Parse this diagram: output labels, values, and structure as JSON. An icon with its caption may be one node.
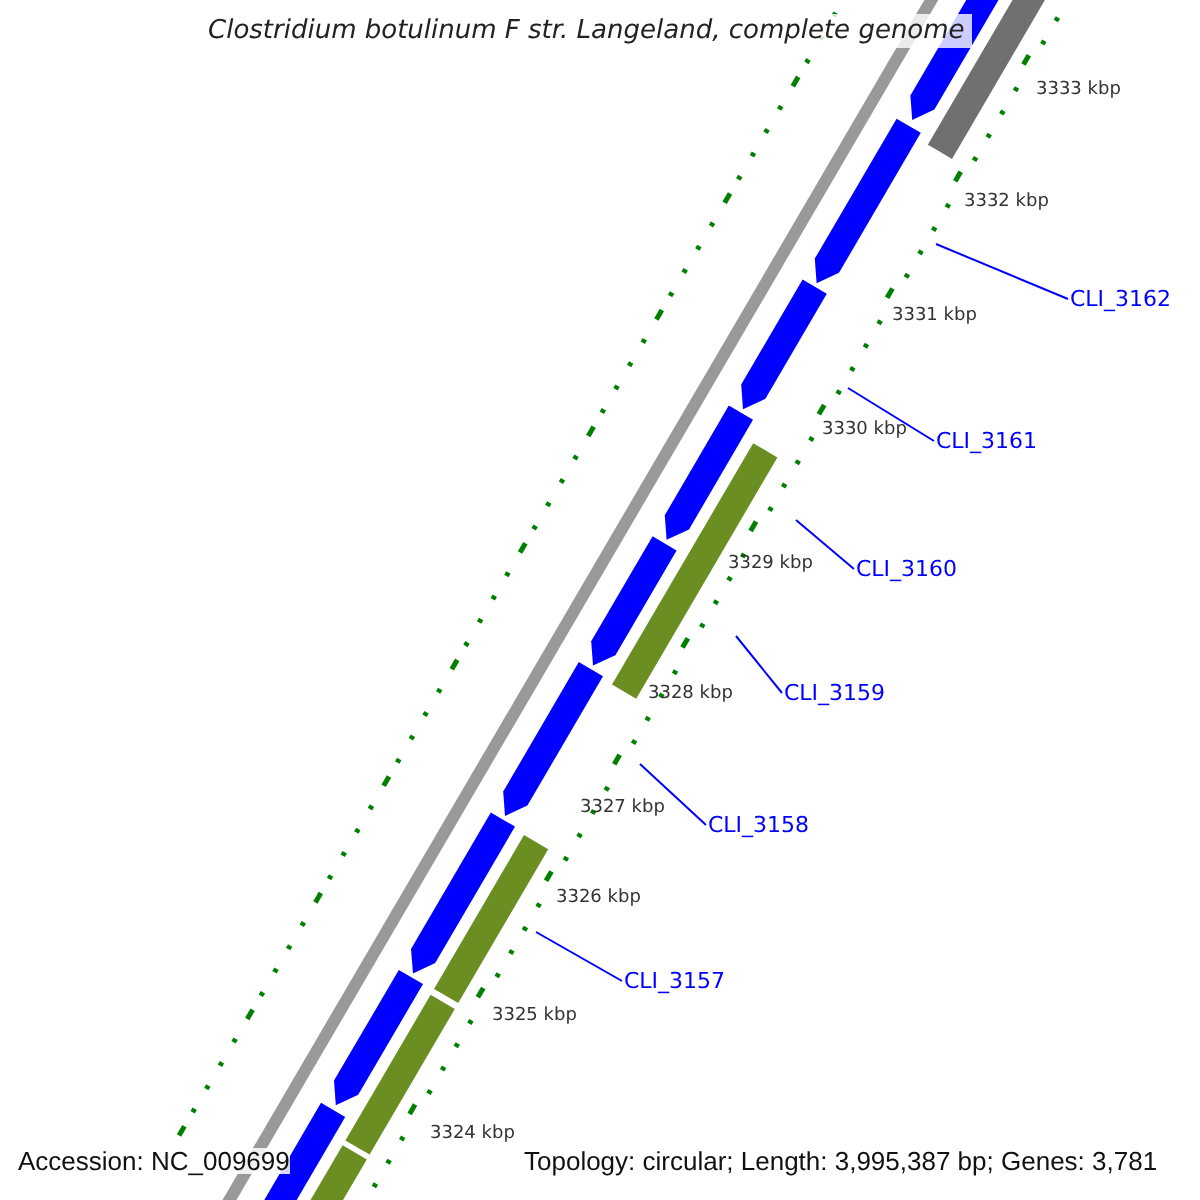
{
  "diagram": {
    "title": "Clostridium botulinum F str. Langeland, complete genome",
    "nodes": [
      {
        "text": [
          "CLI_3162"
        ]
      },
      {
        "text": [
          "CLI_3161"
        ]
      },
      {
        "text": [
          "CLI_3160"
        ]
      },
      {
        "text": [
          "CLI_3159"
        ]
      },
      {
        "text": [
          "CLI_3158"
        ]
      },
      {
        "text": [
          "CLI_3157"
        ]
      }
    ],
    "edges": [
      {
        "from": 0,
        "to": null,
        "arrow": "none"
      },
      {
        "from": 1,
        "to": null,
        "arrow": "none"
      },
      {
        "from": 2,
        "to": null,
        "arrow": "none"
      },
      {
        "from": 3,
        "to": null,
        "arrow": "none"
      },
      {
        "from": 4,
        "to": null,
        "arrow": "none"
      },
      {
        "from": 5,
        "to": null,
        "arrow": "none"
      }
    ],
    "labels": [
      "3333 kbp",
      "3332 kbp",
      "3331 kbp",
      "3330 kbp",
      "3329 kbp",
      "3328 kbp",
      "3327 kbp",
      "3326 kbp",
      "3325 kbp",
      "3324 kbp",
      "Accession: NC_009699",
      "Topology: circular; Length: 3,995,387 bp; Genes: 3,781"
    ]
  }
}
